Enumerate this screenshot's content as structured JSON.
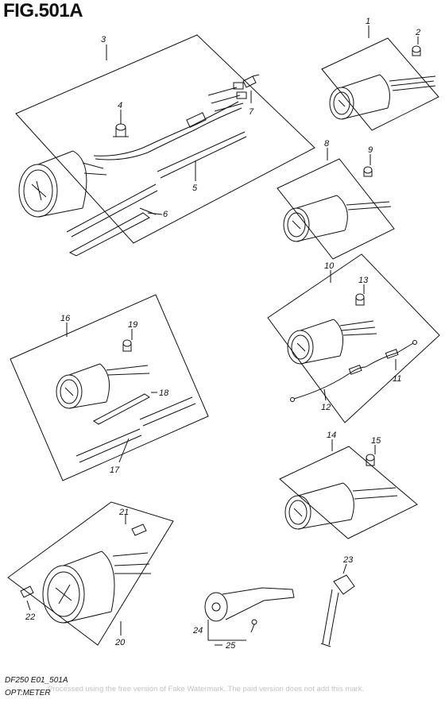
{
  "header": {
    "figure_title": "FIG.501A"
  },
  "footer": {
    "model_code": "DF250 E01_501A",
    "caption": "OPT:METER",
    "watermark": "Processed using the free version of Fake Watermark. The paid version does not add this mark."
  },
  "callouts": [
    {
      "id": "c1",
      "number": "1"
    },
    {
      "id": "c2",
      "number": "2"
    },
    {
      "id": "c3",
      "number": "3"
    },
    {
      "id": "c4",
      "number": "4"
    },
    {
      "id": "c5",
      "number": "5"
    },
    {
      "id": "c6",
      "number": "6"
    },
    {
      "id": "c7",
      "number": "7"
    },
    {
      "id": "c8",
      "number": "8"
    },
    {
      "id": "c9",
      "number": "9"
    },
    {
      "id": "c10",
      "number": "10"
    },
    {
      "id": "c11",
      "number": "11"
    },
    {
      "id": "c12",
      "number": "12"
    },
    {
      "id": "c13",
      "number": "13"
    },
    {
      "id": "c14",
      "number": "14"
    },
    {
      "id": "c15",
      "number": "15"
    },
    {
      "id": "c16",
      "number": "16"
    },
    {
      "id": "c17",
      "number": "17"
    },
    {
      "id": "c18",
      "number": "18"
    },
    {
      "id": "c19",
      "number": "19"
    },
    {
      "id": "c20",
      "number": "20"
    },
    {
      "id": "c21",
      "number": "21"
    },
    {
      "id": "c22",
      "number": "22"
    },
    {
      "id": "c23",
      "number": "23"
    },
    {
      "id": "c24",
      "number": "24"
    },
    {
      "id": "c25",
      "number": "25"
    }
  ]
}
